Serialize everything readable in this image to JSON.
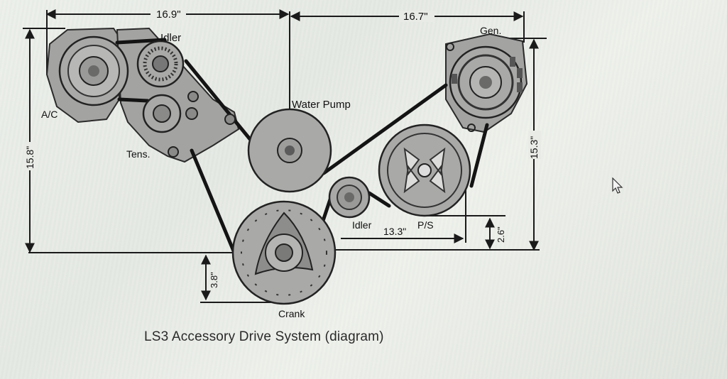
{
  "diagram": {
    "caption": "LS3 Accessory Drive System (diagram)",
    "components": {
      "ac": "A/C",
      "idler_top": "Idler",
      "tensioner": "Tens.",
      "water_pump": "Water Pump",
      "generator": "Gen.",
      "power_steering": "P/S",
      "idler_lower": "Idler",
      "crank": "Crank"
    },
    "dimensions": {
      "top_left": "16.9\"",
      "top_right": "16.7\"",
      "left_height": "15.8\"",
      "right_height": "15.3\"",
      "ps_width": "13.3\"",
      "ps_offset": "2.6\"",
      "crank_offset": "3.8\""
    }
  },
  "colors": {
    "pulley_fill": "#a9aaa8",
    "pulley_dark": "#5a5b5a",
    "belt": "#141414",
    "line": "#1a1a1a"
  },
  "icons": {
    "cursor": "mouse-pointer-icon"
  }
}
